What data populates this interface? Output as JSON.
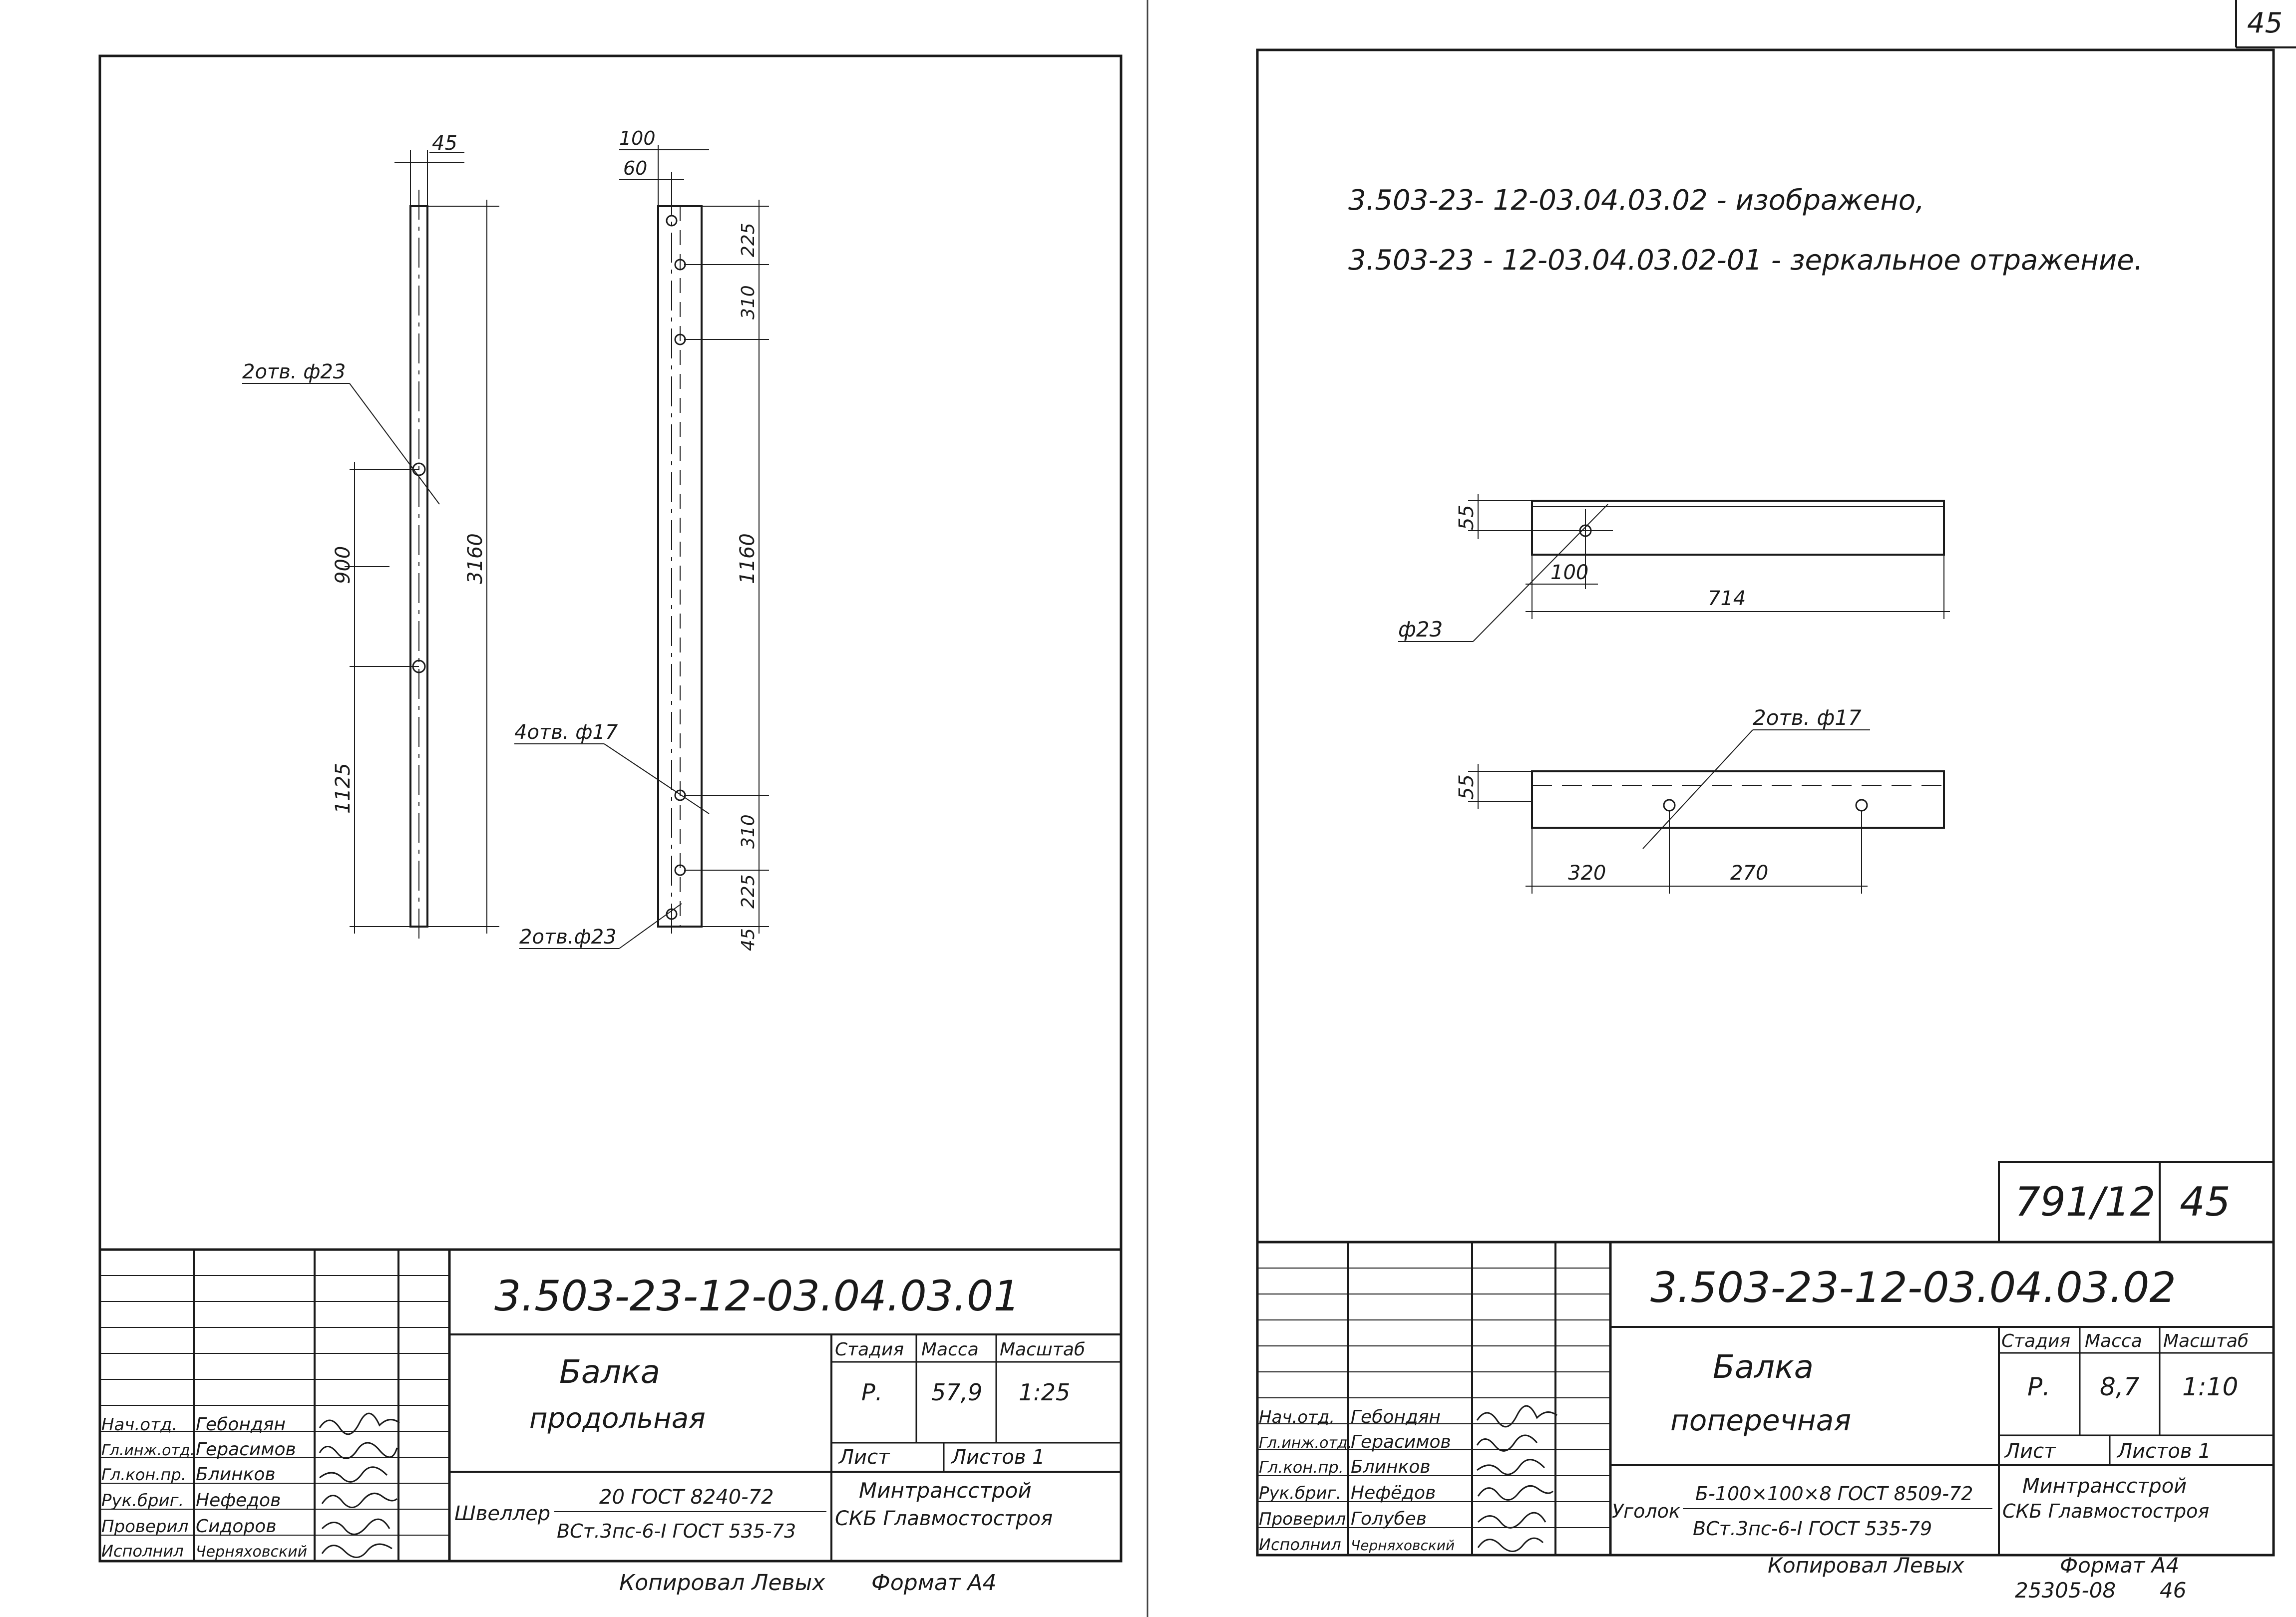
{
  "page_corner_number": "45",
  "left_sheet": {
    "drawing_a": {
      "dim_width": "45",
      "dim_900": "900",
      "dim_1125": "1125",
      "dim_3160": "3160",
      "hole_note": "2отв. ф23"
    },
    "drawing_b": {
      "dim_100": "100",
      "dim_60": "60",
      "dim_225_top": "225",
      "dim_310_top": "310",
      "dim_1160": "1160",
      "dim_310_bot": "310",
      "dim_225_bot": "225",
      "dim_45": "45",
      "hole_note_17": "4отв. ф17",
      "hole_note_23": "2отв.ф23"
    },
    "title_block": {
      "designation": "3.503-23-12-03.04.03.01",
      "name_line1": "Балка",
      "name_line2": "продольная",
      "hdr_stage": "Стадия",
      "hdr_mass": "Масса",
      "hdr_scale": "Масштаб",
      "stage": "Р.",
      "mass": "57,9",
      "scale": "1:25",
      "sheet_label": "Лист",
      "sheets_label": "Листов 1",
      "material_type": "Швеллер",
      "material_line1": "20  ГОСТ 8240-72",
      "material_line2": "ВСт.3пс-6-I ГОСТ 535-73",
      "org_line1": "Минтрансстрой",
      "org_line2": "СКБ Главмостостроя",
      "roles": [
        "Нач.отд.",
        "Гл.инж.отд.",
        "Гл.кон.пр.",
        "Рук.бриг.",
        "Проверил",
        "Исполнил"
      ],
      "names": [
        "Гебондян",
        "Герасимов",
        "Блинков",
        "Нефедов",
        "Сидоров",
        "Черняховский"
      ]
    },
    "footer_copied": "Копировал Левых",
    "footer_format": "Формат А4"
  },
  "right_sheet": {
    "note_line1": "3.503-23-  12-03.04.03.02   - изображено,",
    "note_line2": "3.503-23 - 12-03.04.03.02-01 - зеркальное отражение.",
    "drawing_top": {
      "dim_55": "55",
      "dim_100": "100",
      "dim_714": "714",
      "hole_note": "ф23"
    },
    "drawing_bottom": {
      "dim_55": "55",
      "dim_320": "320",
      "dim_270": "270",
      "hole_note": "2отв. ф17"
    },
    "stamp_number": "791/12",
    "stamp_page": "45",
    "title_block": {
      "designation": "3.503-23-12-03.04.03.02",
      "name_line1": "Балка",
      "name_line2": "поперечная",
      "hdr_stage": "Стадия",
      "hdr_mass": "Масса",
      "hdr_scale": "Масштаб",
      "stage": "Р.",
      "mass": "8,7",
      "scale": "1:10",
      "sheet_label": "Лист",
      "sheets_label": "Листов 1",
      "material_type": "Уголок",
      "material_line1": "Б-100×100×8  ГОСТ 8509-72",
      "material_line2": "ВСт.3пс-6-I ГОСТ 535-79",
      "org_line1": "Минтрансстрой",
      "org_line2": "СКБ Главмостостроя",
      "roles": [
        "Нач.отд.",
        "Гл.инж.отд.",
        "Гл.кон.пр.",
        "Рук.бриг.",
        "Проверил",
        "Исполнил"
      ],
      "names": [
        "Гебондян",
        "Герасимов",
        "Блинков",
        "Нефёдов",
        "Голубев",
        "Черняховский"
      ]
    },
    "footer_copied": "Копировал   Левых",
    "footer_format": "Формат А4",
    "footer_code": "25305-08",
    "footer_page": "46"
  }
}
